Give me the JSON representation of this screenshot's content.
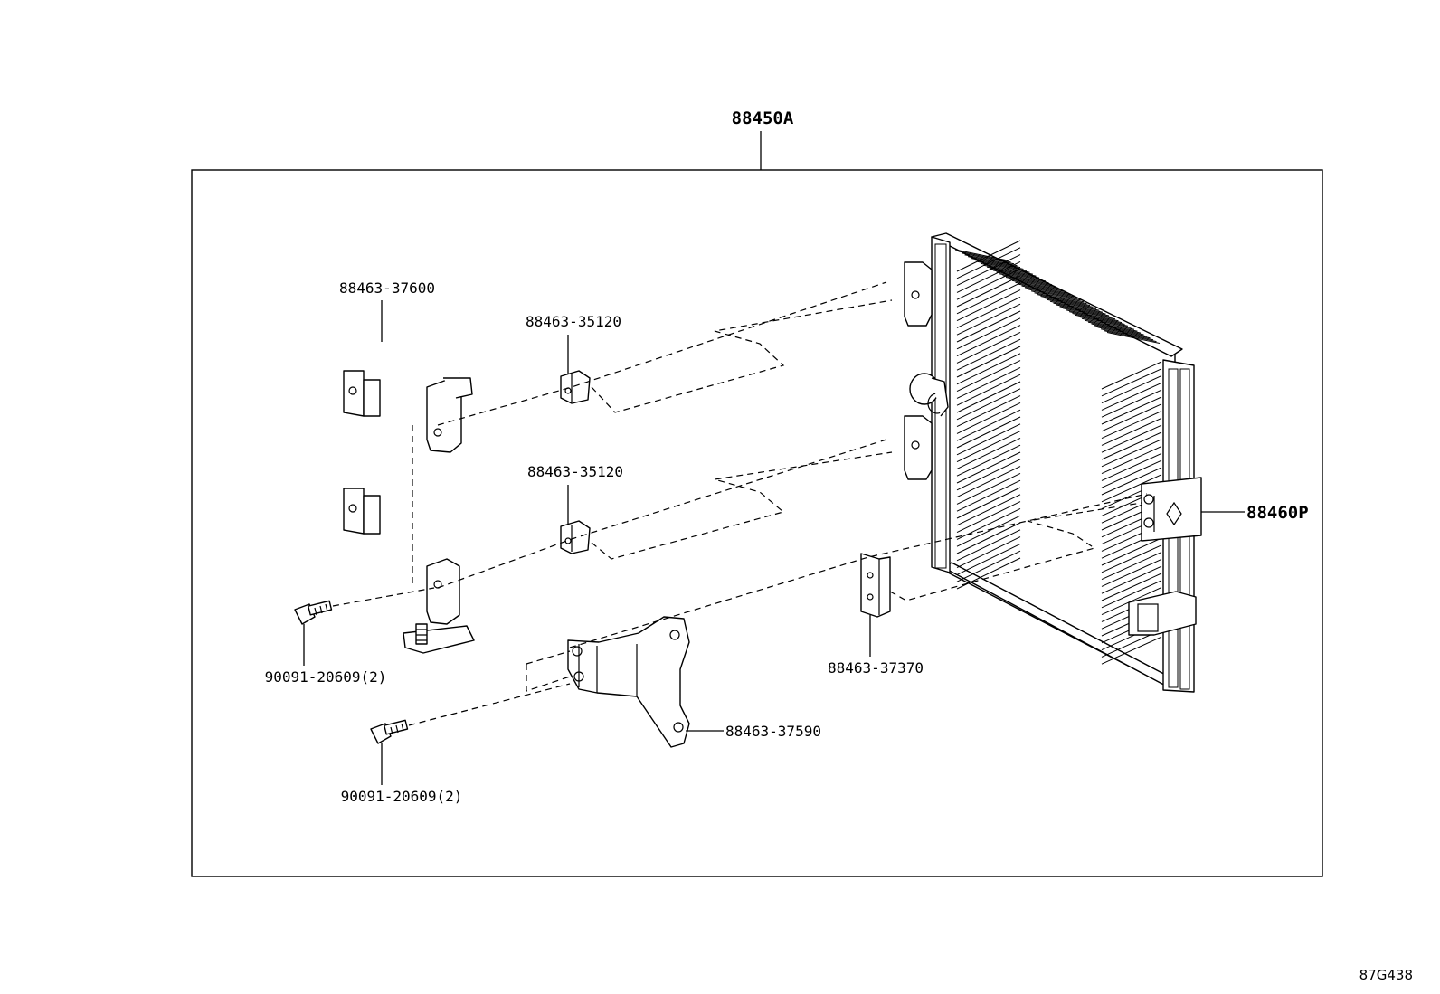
{
  "diagram": {
    "assembly_label": "88450A",
    "condenser_label": "88460P",
    "pipe_label": "88463-37600",
    "clamp_upper_label": "88463-35120",
    "clamp_lower_label": "88463-35120",
    "bolt_upper_label": "90091-20609(2)",
    "bolt_lower_label": "90091-20609(2)",
    "bracket_label": "88463-37590",
    "small_bracket_label": "88463-37370",
    "reference_code": "87G438"
  },
  "colors": {
    "line": "#000000",
    "background": "#ffffff"
  }
}
